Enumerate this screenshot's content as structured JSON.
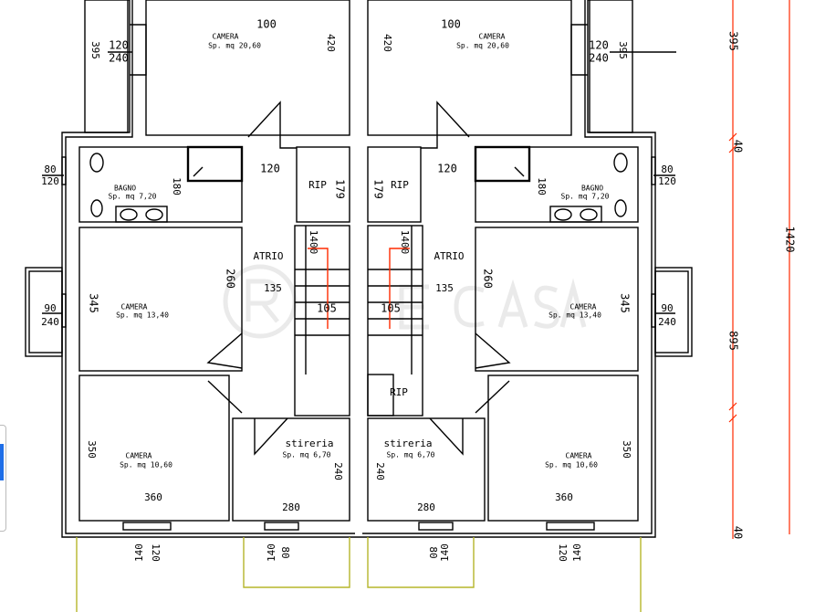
{
  "colors": {
    "wall": "#000000",
    "room_label": "#000000",
    "green_dim": "#00dd00",
    "red_dim": "#ff2a00",
    "boundary": "#b5b52a",
    "watermark": "#d8d8d8"
  },
  "left_unit": {
    "labels": [
      {
        "text": "CAMERA",
        "color": "#000000"
      },
      {
        "text": "Sp. mq 20,60",
        "color": "#00dd00"
      },
      {
        "text": "100",
        "color": "#00dd00"
      },
      {
        "text": "420",
        "color": "#000000"
      },
      {
        "text": "120",
        "color": "#000000"
      },
      {
        "text": "240",
        "color": "#000000"
      },
      {
        "text": "395",
        "color": "#000000"
      },
      {
        "text": "80",
        "color": "#000000"
      },
      {
        "text": "120",
        "color": "#000000"
      },
      {
        "text": "BAGNO",
        "color": "#000000"
      },
      {
        "text": "Sp. mq 7,20",
        "color": "#00dd00"
      },
      {
        "text": "180",
        "color": "#000000"
      },
      {
        "text": "120",
        "color": "#00dd00"
      },
      {
        "text": "RIP",
        "color": "#000000"
      },
      {
        "text": "179",
        "color": "#00dd00"
      },
      {
        "text": "ATRIO",
        "color": "#000000"
      },
      {
        "text": "135",
        "color": "#000000"
      },
      {
        "text": "1400",
        "color": "#000000"
      },
      {
        "text": "105",
        "color": "#00dd00"
      },
      {
        "text": "260",
        "color": "#00dd00"
      },
      {
        "text": "345",
        "color": "#00dd00"
      },
      {
        "text": "CAMERA",
        "color": "#000000"
      },
      {
        "text": "Sp. mq 13,40",
        "color": "#00dd00"
      },
      {
        "text": "90",
        "color": "#000000"
      },
      {
        "text": "240",
        "color": "#000000"
      },
      {
        "text": "350",
        "color": "#000000"
      },
      {
        "text": "CAMERA",
        "color": "#000000"
      },
      {
        "text": "Sp. mq 10,60",
        "color": "#00dd00"
      },
      {
        "text": "360",
        "color": "#000000"
      },
      {
        "text": "stireria",
        "color": "#000000"
      },
      {
        "text": "Sp. mq 6,70",
        "color": "#00dd00"
      },
      {
        "text": "240",
        "color": "#000000"
      },
      {
        "text": "280",
        "color": "#000000"
      },
      {
        "text": "140",
        "color": "#000000"
      },
      {
        "text": "120",
        "color": "#000000"
      },
      {
        "text": "140",
        "color": "#000000"
      },
      {
        "text": "80",
        "color": "#000000"
      }
    ]
  },
  "right_unit": {
    "labels": [
      {
        "text": "CAMERA",
        "color": "#000000"
      },
      {
        "text": "Sp. mq 20,60",
        "color": "#00dd00"
      },
      {
        "text": "100",
        "color": "#00dd00"
      },
      {
        "text": "420",
        "color": "#000000"
      },
      {
        "text": "120",
        "color": "#000000"
      },
      {
        "text": "240",
        "color": "#000000"
      },
      {
        "text": "395",
        "color": "#000000"
      },
      {
        "text": "80",
        "color": "#000000"
      },
      {
        "text": "120",
        "color": "#000000"
      },
      {
        "text": "BAGNO",
        "color": "#000000"
      },
      {
        "text": "Sp. mq 7,20",
        "color": "#00dd00"
      },
      {
        "text": "180",
        "color": "#000000"
      },
      {
        "text": "120",
        "color": "#00dd00"
      },
      {
        "text": "RIP",
        "color": "#000000"
      },
      {
        "text": "179",
        "color": "#00dd00"
      },
      {
        "text": "ATRIO",
        "color": "#000000"
      },
      {
        "text": "135",
        "color": "#000000"
      },
      {
        "text": "1400",
        "color": "#000000"
      },
      {
        "text": "105",
        "color": "#00dd00"
      },
      {
        "text": "260",
        "color": "#00dd00"
      },
      {
        "text": "345",
        "color": "#00dd00"
      },
      {
        "text": "CAMERA",
        "color": "#000000"
      },
      {
        "text": "Sp. mq 13,40",
        "color": "#00dd00"
      },
      {
        "text": "90",
        "color": "#000000"
      },
      {
        "text": "240",
        "color": "#000000"
      },
      {
        "text": "350",
        "color": "#000000"
      },
      {
        "text": "CAMERA",
        "color": "#000000"
      },
      {
        "text": "Sp. mq 10,60",
        "color": "#00dd00"
      },
      {
        "text": "360",
        "color": "#000000"
      },
      {
        "text": "stireria",
        "color": "#000000"
      },
      {
        "text": "Sp. mq 6,70",
        "color": "#00dd00"
      },
      {
        "text": "240",
        "color": "#000000"
      },
      {
        "text": "280",
        "color": "#000000"
      },
      {
        "text": "140",
        "color": "#000000"
      },
      {
        "text": "120",
        "color": "#000000"
      },
      {
        "text": "140",
        "color": "#000000"
      },
      {
        "text": "80",
        "color": "#000000"
      }
    ],
    "extra_rip": "RIP"
  },
  "dimensions": {
    "segments": [
      "395",
      "40",
      "895",
      "40"
    ],
    "total": "1420"
  },
  "watermark": {
    "logo_text": "ECASA",
    "mark": "R"
  }
}
